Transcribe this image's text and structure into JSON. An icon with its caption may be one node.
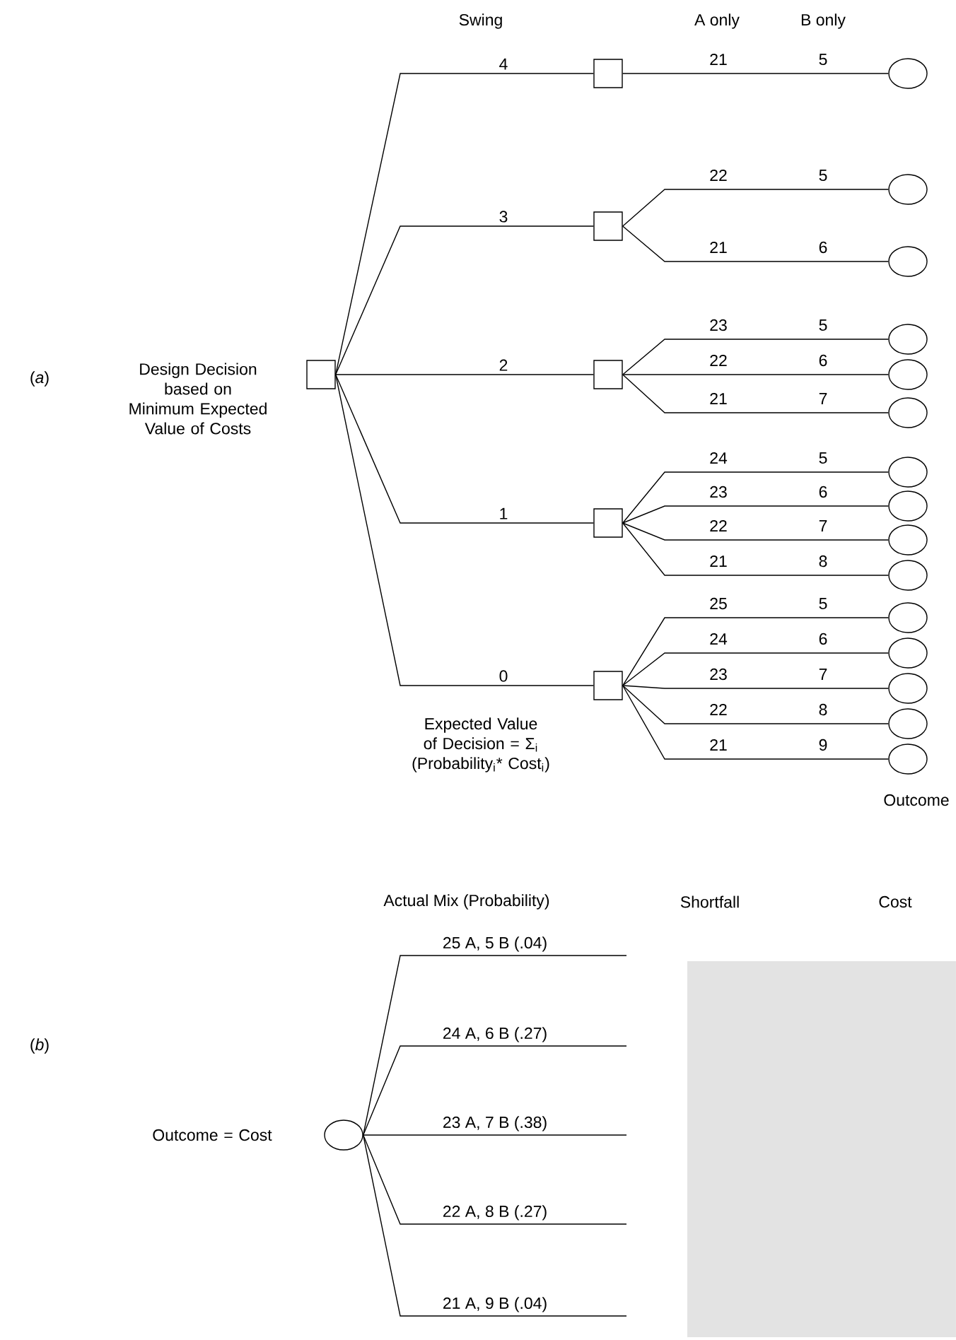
{
  "diagram": {
    "nodes": [
      {
        "text": [],
        "shape": "box",
        "beside": [
          "Design Decision based on Minimum Expected Value of Costs"
        ]
      },
      {
        "text": [],
        "shape": "box"
      },
      {
        "text": [],
        "shape": "box"
      },
      {
        "text": [],
        "shape": "box"
      },
      {
        "text": [],
        "shape": "box"
      },
      {
        "text": [],
        "shape": "box"
      },
      {
        "text": [],
        "shape": "circle"
      },
      {
        "text": [],
        "shape": "circle"
      },
      {
        "text": [],
        "shape": "circle"
      },
      {
        "text": [],
        "shape": "circle"
      },
      {
        "text": [],
        "shape": "circle"
      },
      {
        "text": [],
        "shape": "circle"
      },
      {
        "text": [],
        "shape": "circle"
      },
      {
        "text": [],
        "shape": "circle"
      },
      {
        "text": [],
        "shape": "circle"
      },
      {
        "text": [],
        "shape": "circle"
      },
      {
        "text": [],
        "shape": "circle"
      },
      {
        "text": [],
        "shape": "circle"
      },
      {
        "text": [],
        "shape": "circle"
      },
      {
        "text": [],
        "shape": "circle"
      },
      {
        "text": [],
        "shape": "circle"
      },
      {
        "text": [],
        "shape": "circle",
        "beside": [
          "Outcome = Cost"
        ]
      },
      {
        "text": [],
        "shape": "box"
      }
    ],
    "edges": [
      {
        "from": 0,
        "to": 1,
        "arrow": "none",
        "label": "4"
      },
      {
        "from": 0,
        "to": 2,
        "arrow": "none",
        "label": "3"
      },
      {
        "from": 0,
        "to": 3,
        "arrow": "none",
        "label": "2"
      },
      {
        "from": 0,
        "to": 4,
        "arrow": "none",
        "label": "1"
      },
      {
        "from": 0,
        "to": 5,
        "arrow": "none",
        "label": "0"
      },
      {
        "from": 1,
        "to": 6,
        "arrow": "none"
      },
      {
        "from": 2,
        "to": 7,
        "arrow": "none"
      },
      {
        "from": 2,
        "to": 8,
        "arrow": "none"
      },
      {
        "from": 3,
        "to": 9,
        "arrow": "none"
      },
      {
        "from": 3,
        "to": 10,
        "arrow": "none"
      },
      {
        "from": 3,
        "to": 11,
        "arrow": "none"
      },
      {
        "from": 4,
        "to": 12,
        "arrow": "none"
      },
      {
        "from": 4,
        "to": 13,
        "arrow": "none"
      },
      {
        "from": 4,
        "to": 14,
        "arrow": "none"
      },
      {
        "from": 4,
        "to": 15,
        "arrow": "none"
      },
      {
        "from": 5,
        "to": 16,
        "arrow": "none"
      },
      {
        "from": 5,
        "to": 17,
        "arrow": "none"
      },
      {
        "from": 5,
        "to": 18,
        "arrow": "none"
      },
      {
        "from": 5,
        "to": 19,
        "arrow": "none"
      },
      {
        "from": 5,
        "to": 20,
        "arrow": "none"
      },
      {
        "from": 21,
        "to": null,
        "arrow": "none",
        "label": "25 A, 5 B  (.04)"
      },
      {
        "from": 21,
        "to": null,
        "arrow": "none",
        "label": "24 A, 6 B  (.27)"
      },
      {
        "from": 21,
        "to": null,
        "arrow": "none",
        "label": "23 A, 7 B  (.38)"
      },
      {
        "from": 21,
        "to": null,
        "arrow": "none",
        "label": "22 A, 8 B  (.27)"
      },
      {
        "from": 21,
        "to": null,
        "arrow": "none",
        "label": "21 A, 9 B  (.04)"
      }
    ],
    "labels": [
      "Swing",
      "A only",
      "B only",
      "21",
      "5",
      "22",
      "5",
      "21",
      "6",
      "23",
      "5",
      "22",
      "6",
      "21",
      "7",
      "24",
      "5",
      "23",
      "6",
      "22",
      "7",
      "21",
      "8",
      "25",
      "5",
      "24",
      "6",
      "23",
      "7",
      "22",
      "8",
      "21",
      "9",
      "(*a*)",
      "Expected Value of Decision = Σ$_{i}$ (Probability$_{i}$* Cost$_{i}$)",
      "Outcome",
      "(*b*)",
      "Actual Mix  (Probability)",
      "Shortfall",
      "Cost"
    ]
  }
}
